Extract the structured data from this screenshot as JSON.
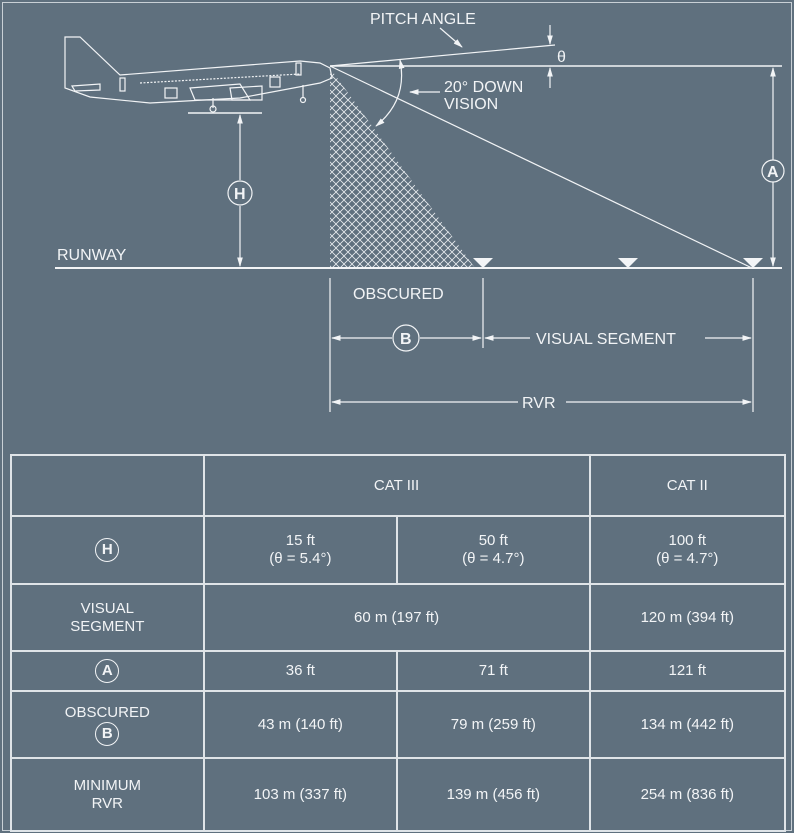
{
  "diagram": {
    "pitch_angle": "PITCH ANGLE",
    "theta": "θ",
    "down_vision_line1": "20° DOWN",
    "down_vision_line2": "VISION",
    "runway": "RUNWAY",
    "obscured": "OBSCURED",
    "visual_segment": "VISUAL SEGMENT",
    "rvr": "RVR",
    "marker_h": "H",
    "marker_a": "A",
    "marker_b": "B"
  },
  "table": {
    "headers": {
      "cat3": "CAT III",
      "cat2": "CAT II"
    },
    "row_h": {
      "label": "H",
      "c1a": "15 ft",
      "c1b": "(θ = 5.4°)",
      "c2a": "50 ft",
      "c2b": "(θ = 4.7°)",
      "c3a": "100 ft",
      "c3b": "(θ = 4.7°)"
    },
    "row_visual": {
      "label1": "VISUAL",
      "label2": "SEGMENT",
      "cat3": "60 m (197 ft)",
      "cat2": "120 m (394 ft)"
    },
    "row_a": {
      "label": "A",
      "c1": "36 ft",
      "c2": "71 ft",
      "c3": "121 ft"
    },
    "row_obscured": {
      "label": "OBSCURED",
      "label_marker": "B",
      "c1": "43 m (140 ft)",
      "c2": "79 m (259 ft)",
      "c3": "134 m (442 ft)"
    },
    "row_rvr": {
      "label1": "MINIMUM",
      "label2": "RVR",
      "c1": "103 m (337 ft)",
      "c2": "139 m (456 ft)",
      "c3": "254 m (836 ft)"
    }
  }
}
